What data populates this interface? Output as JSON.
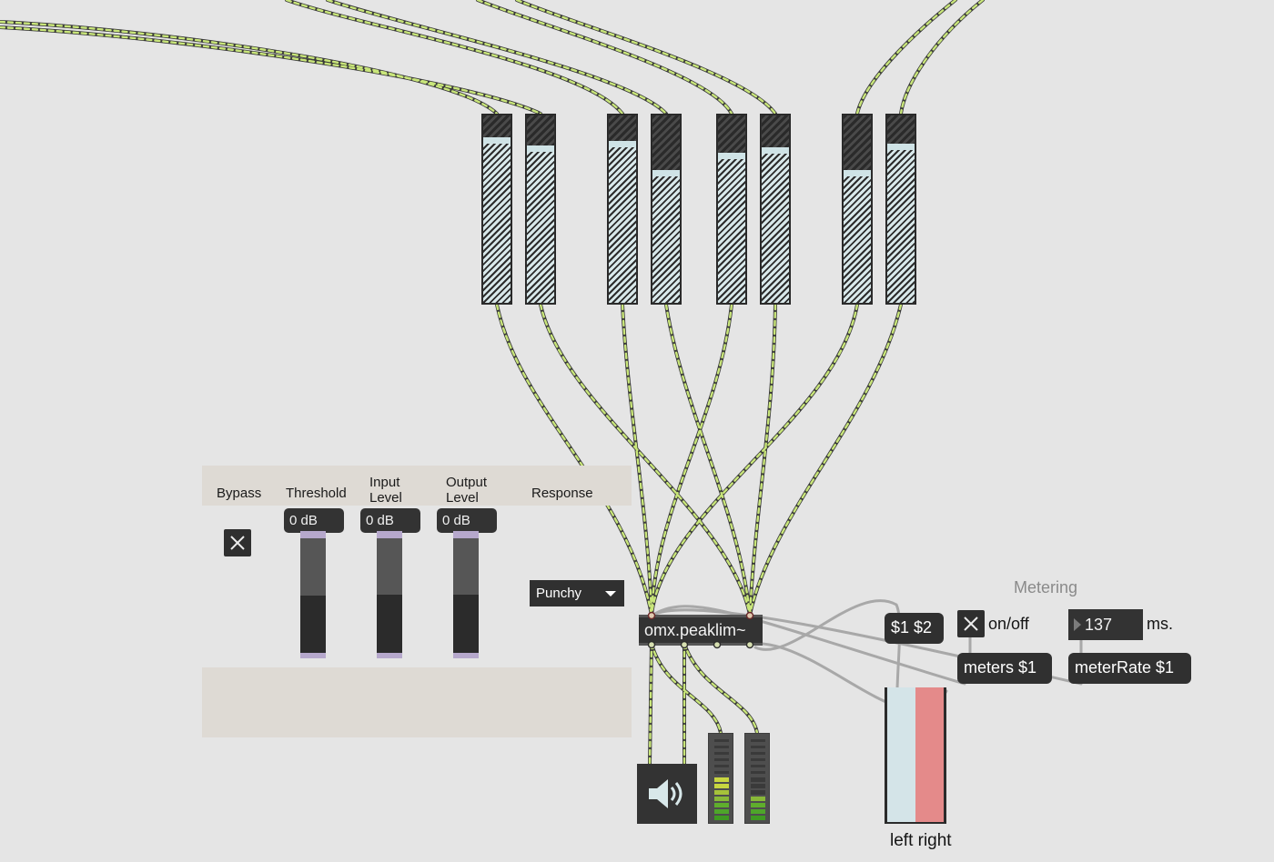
{
  "colors": {
    "background": "#e5e5e5",
    "patch_cord": "#c9e67a",
    "panel": "#dedad4",
    "scope_left": "#d4e4e8",
    "scope_right": "#e48a8a"
  },
  "input_sliders": {
    "levels": [
      0.84,
      0.8,
      0.82,
      0.67,
      0.76,
      0.79,
      0.67,
      0.81
    ]
  },
  "limiter_panel": {
    "headers": {
      "bypass": "Bypass",
      "threshold": "Threshold",
      "input_level_1": "Input",
      "input_level_2": "Level",
      "output_level_1": "Output",
      "output_level_2": "Level",
      "response": "Response"
    },
    "bypass_checked": true,
    "threshold": {
      "value": "0 dB",
      "level": 0.5
    },
    "input_level": {
      "value": "0 dB",
      "level": 0.51
    },
    "output_level": {
      "value": "0 dB",
      "level": 0.51
    },
    "response": {
      "selected": "Punchy"
    }
  },
  "peaklim_object": {
    "label": "omx.peaklim~"
  },
  "metering": {
    "title": "Metering",
    "msg_pair": "$1 $2",
    "onoff_label": "on/off",
    "onoff_checked": true,
    "rate_value": "137",
    "rate_unit": "ms.",
    "meters_msg": "meters $1",
    "meterRate_msg": "meterRate $1",
    "scope_label": "left right",
    "left_level": 1.0,
    "right_level": 1.0
  },
  "output_meters": {
    "left_lit": [
      "#3a3a3a",
      "#3a3a3a",
      "#3a3a3a",
      "#3a3a3a",
      "#3a3a3a",
      "#3a3a3a",
      "#c8d640",
      "#c8d640",
      "#a6c23a",
      "#88b838",
      "#5fae2c",
      "#4ea52a",
      "#3f9a22"
    ],
    "right_lit": [
      "#3a3a3a",
      "#3a3a3a",
      "#3a3a3a",
      "#3a3a3a",
      "#3a3a3a",
      "#3a3a3a",
      "#3a3a3a",
      "#3a3a3a",
      "#3a3a3a",
      "#88b838",
      "#5fae2c",
      "#4ea52a",
      "#3f9a22"
    ]
  },
  "icons": {
    "toggle": "close-icon",
    "dac": "speaker-icon",
    "menu": "chevron-down-icon",
    "number": "play-arrow-icon"
  }
}
